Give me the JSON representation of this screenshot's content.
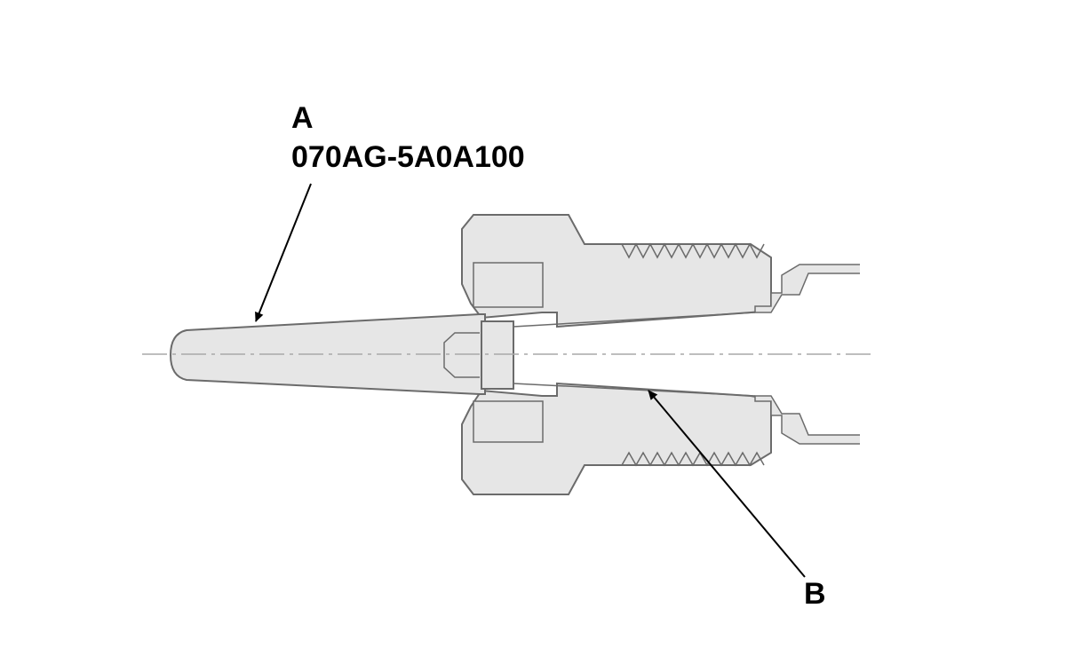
{
  "callouts": {
    "a": {
      "letter": "A",
      "part_number": "070AG-5A0A100"
    },
    "b": {
      "letter": "B"
    }
  },
  "colors": {
    "part_fill": "#e6e6e6",
    "outline": "#6b6b6b",
    "centerline": "#a9a9a9",
    "leader": "#000000"
  }
}
